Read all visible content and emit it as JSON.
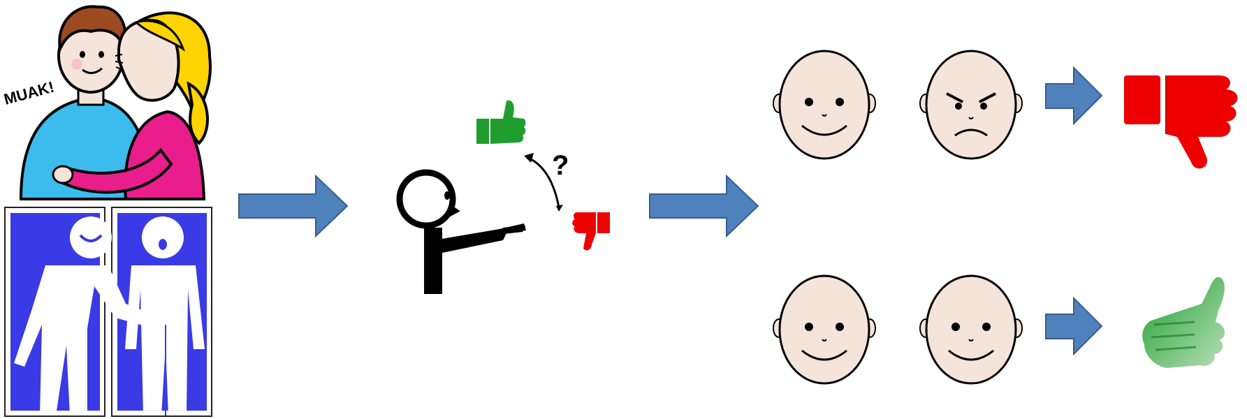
{
  "scene": {
    "kiss_caption": "MUAK!",
    "question_mark": "?"
  },
  "colors": {
    "arrow_fill": "#4f81bd",
    "arrow_stroke": "#385d8a",
    "thumb_up": "#1f9e2f",
    "thumb_down": "#ee0000",
    "sign_blue": "#3a3ae6",
    "face_skin": "#f5e4da",
    "boy_shirt": "#3cbcec",
    "girl_shirt": "#e91e8c",
    "girl_hair": "#ffd400",
    "boy_hair": "#9c4a22"
  },
  "icons": [
    "kissing-couple-pictogram",
    "inappropriate-touch-sign",
    "person-pointing-icon",
    "thumbs-up-icon",
    "thumbs-down-icon",
    "happy-face-icon",
    "angry-face-icon",
    "arrow-right-icon"
  ]
}
